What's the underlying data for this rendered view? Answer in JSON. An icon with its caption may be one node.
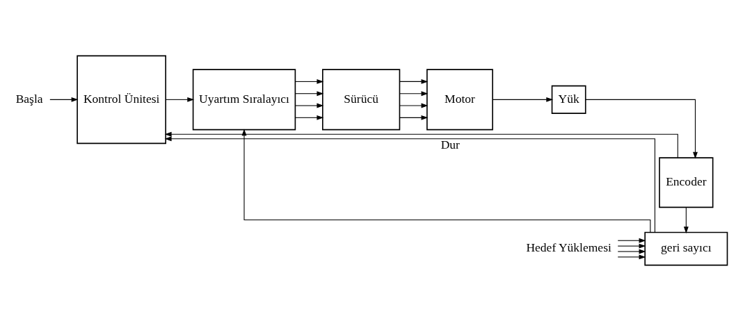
{
  "diagram": {
    "nodes": [
      {
        "text": [
          "Başla"
        ]
      },
      {
        "text": [
          "Kontrol Ünitesi"
        ]
      },
      {
        "text": [
          "Uyartım Sıralayıcı"
        ]
      },
      {
        "text": [
          "Sürücü"
        ]
      },
      {
        "text": [
          "Motor"
        ]
      },
      {
        "text": [
          "Yük"
        ]
      },
      {
        "text": [
          "Encoder"
        ]
      },
      {
        "text": [
          "geri sayıcı"
        ]
      },
      {
        "text": [
          "Hedef Yüklemesi"
        ]
      }
    ],
    "edges": [
      {
        "from": 0,
        "to": 1,
        "arrow": "to"
      },
      {
        "from": 1,
        "to": 2,
        "arrow": "to"
      },
      {
        "from": 2,
        "to": 3,
        "arrow": "to"
      },
      {
        "from": 2,
        "to": 3,
        "arrow": "to"
      },
      {
        "from": 2,
        "to": 3,
        "arrow": "to"
      },
      {
        "from": 2,
        "to": 3,
        "arrow": "to"
      },
      {
        "from": 3,
        "to": 4,
        "arrow": "to"
      },
      {
        "from": 3,
        "to": 4,
        "arrow": "to"
      },
      {
        "from": 3,
        "to": 4,
        "arrow": "to"
      },
      {
        "from": 3,
        "to": 4,
        "arrow": "to"
      },
      {
        "from": 4,
        "to": 5,
        "arrow": "to"
      },
      {
        "from": 5,
        "to": 6,
        "arrow": "to"
      },
      {
        "from": 6,
        "to": 1,
        "arrow": "to"
      },
      {
        "from": 6,
        "to": 7,
        "arrow": "to"
      },
      {
        "from": 7,
        "to": 2,
        "arrow": "to"
      },
      {
        "from": 7,
        "to": 1,
        "arrow": "to",
        "label": "Dur"
      },
      {
        "from": 8,
        "to": 7,
        "arrow": "to"
      },
      {
        "from": 8,
        "to": 7,
        "arrow": "to"
      },
      {
        "from": 8,
        "to": 7,
        "arrow": "to"
      },
      {
        "from": 8,
        "to": 7,
        "arrow": "to"
      }
    ]
  }
}
